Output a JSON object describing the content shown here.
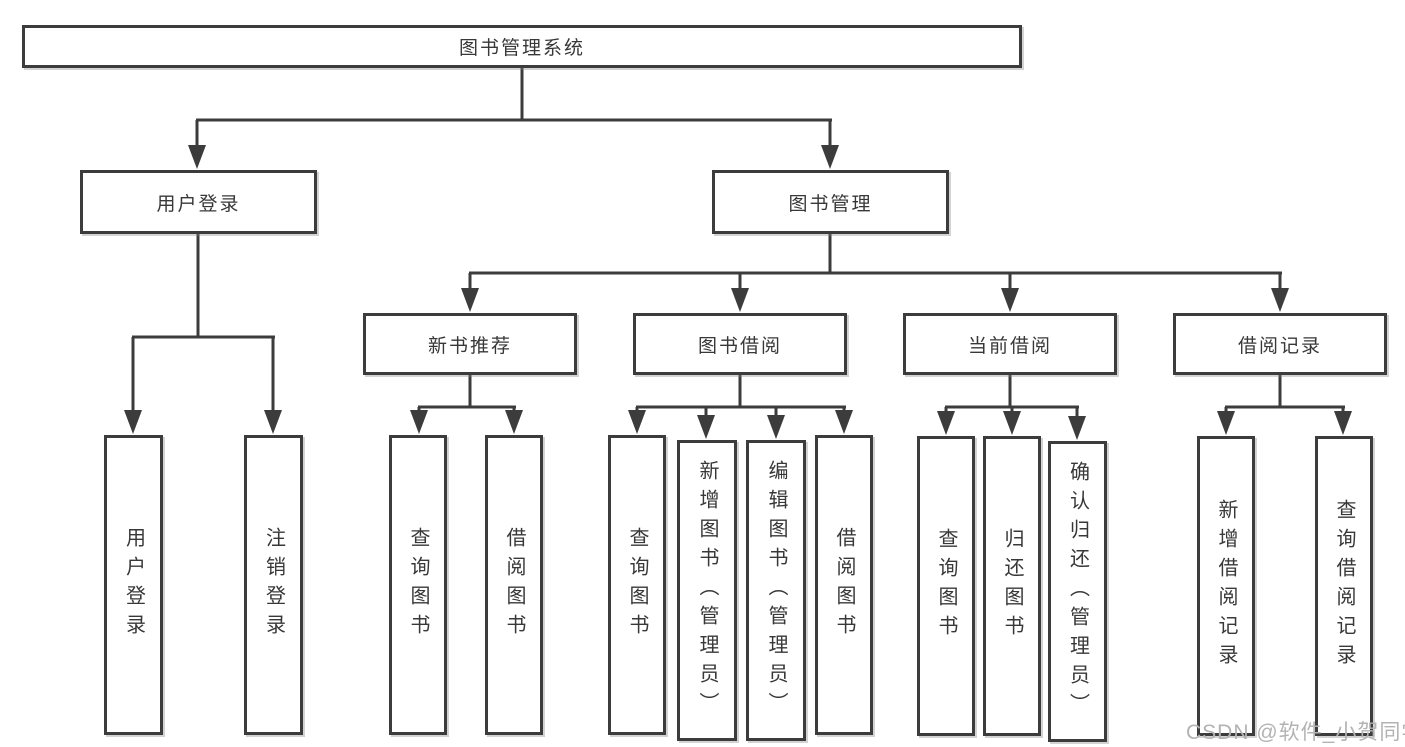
{
  "diagram": {
    "title": "图书管理系统",
    "nodes": {
      "root": "图书管理系统",
      "level1": [
        "用户登录",
        "图书管理"
      ],
      "level2": [
        "新书推荐",
        "图书借阅",
        "当前借阅",
        "借阅记录"
      ],
      "leaves_user_login": [
        "用户登录",
        "注销登录"
      ],
      "leaves_new_books": [
        "查询图书",
        "借阅图书"
      ],
      "leaves_book_borrow": [
        "查询图书",
        "新增图书（管理员）",
        "编辑图书（管理员）",
        "借阅图书"
      ],
      "leaves_current_borrow": [
        "查询图书",
        "归还图书",
        "确认归还（管理员）"
      ],
      "leaves_borrow_records": [
        "新增借阅记录",
        "查询借阅记录"
      ]
    },
    "watermark": "CSDN @软件_小贺同学",
    "colors": {
      "line": "#3c3c3c",
      "box_border": "#3c3c3c",
      "box_fill": "#ffffff",
      "text": "#383838",
      "watermark": "#b3b3b3",
      "background": "#ffffff"
    }
  }
}
